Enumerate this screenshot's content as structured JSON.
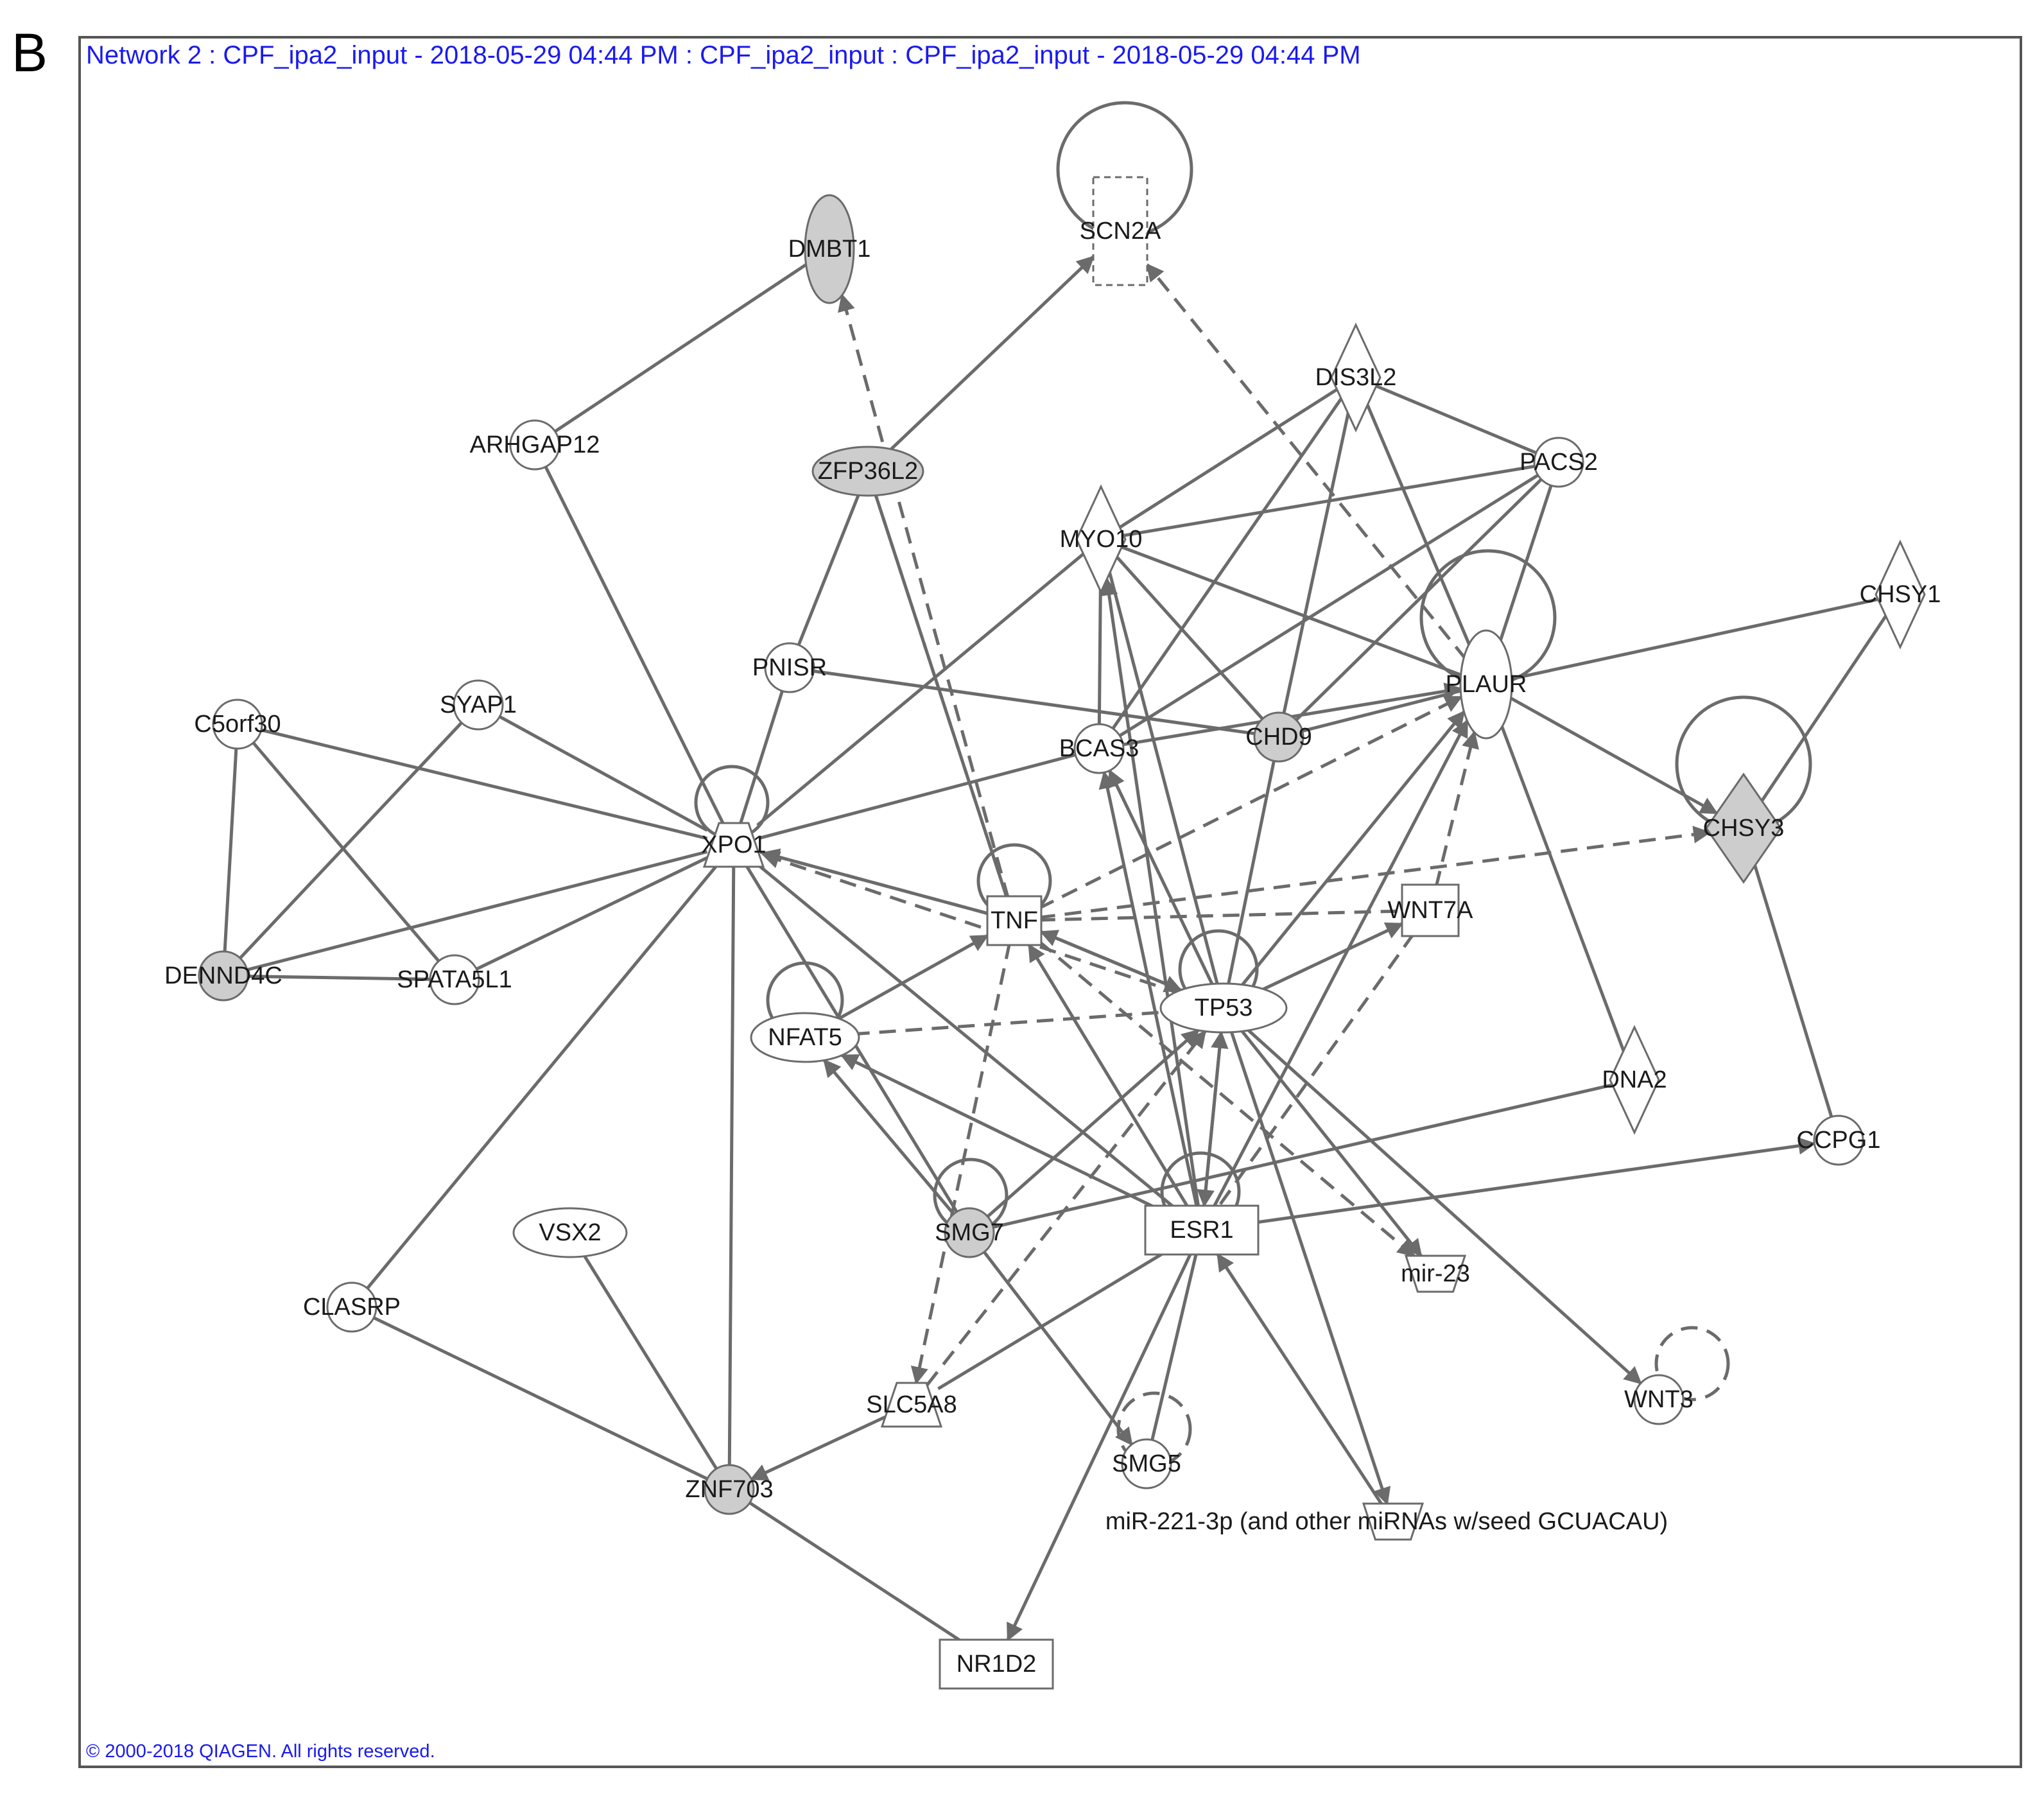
{
  "panel_letter": "B",
  "title": "Network 2 : CPF_ipa2_input - 2018-05-29 04:44 PM : CPF_ipa2_input : CPF_ipa2_input - 2018-05-29 04:44 PM",
  "copyright": "© 2000-2018 QIAGEN. All rights reserved.",
  "colors": {
    "frame": "#555555",
    "edge": "#6b6b6b",
    "node_fill": "#ffffff",
    "highlight_fill": "#cdcdcd",
    "title_text": "#1a1aee"
  },
  "nodes": [
    {
      "id": "DMBT1",
      "label": "DMBT1",
      "shape": "ellipse",
      "highlighted": true
    },
    {
      "id": "SCN2A",
      "label": "SCN2A",
      "shape": "dashed-square",
      "highlighted": false
    },
    {
      "id": "DIS3L2",
      "label": "DIS3L2",
      "shape": "diamond",
      "highlighted": false
    },
    {
      "id": "ARHGAP12",
      "label": "ARHGAP12",
      "shape": "circle",
      "highlighted": false
    },
    {
      "id": "ZFP36L2",
      "label": "ZFP36L2",
      "shape": "ellipse",
      "highlighted": true
    },
    {
      "id": "PACS2",
      "label": "PACS2",
      "shape": "circle",
      "highlighted": false
    },
    {
      "id": "MYO10",
      "label": "MYO10",
      "shape": "diamond",
      "highlighted": false
    },
    {
      "id": "CHSY1",
      "label": "CHSY1",
      "shape": "diamond",
      "highlighted": false
    },
    {
      "id": "PNISR",
      "label": "PNISR",
      "shape": "circle",
      "highlighted": false
    },
    {
      "id": "PLAUR",
      "label": "PLAUR",
      "shape": "ellipse",
      "highlighted": false
    },
    {
      "id": "C5orf30",
      "label": "C5orf30",
      "shape": "circle",
      "highlighted": false
    },
    {
      "id": "SYAP1",
      "label": "SYAP1",
      "shape": "circle",
      "highlighted": false
    },
    {
      "id": "CHD9",
      "label": "CHD9",
      "shape": "circle",
      "highlighted": true
    },
    {
      "id": "BCAS3",
      "label": "BCAS3",
      "shape": "circle",
      "highlighted": false
    },
    {
      "id": "XPO1",
      "label": "XPO1",
      "shape": "trapezoid",
      "highlighted": false
    },
    {
      "id": "CHSY3",
      "label": "CHSY3",
      "shape": "diamond",
      "highlighted": true
    },
    {
      "id": "TNF",
      "label": "TNF",
      "shape": "square",
      "highlighted": false
    },
    {
      "id": "WNT7A",
      "label": "WNT7A",
      "shape": "square",
      "highlighted": false
    },
    {
      "id": "DENND4C",
      "label": "DENND4C",
      "shape": "circle",
      "highlighted": true
    },
    {
      "id": "SPATA5L1",
      "label": "SPATA5L1",
      "shape": "circle",
      "highlighted": false
    },
    {
      "id": "TP53",
      "label": "TP53",
      "shape": "ellipse",
      "highlighted": false
    },
    {
      "id": "NFAT5",
      "label": "NFAT5",
      "shape": "ellipse",
      "highlighted": false
    },
    {
      "id": "DNA2",
      "label": "DNA2",
      "shape": "diamond",
      "highlighted": false
    },
    {
      "id": "CCPG1",
      "label": "CCPG1",
      "shape": "circle",
      "highlighted": false
    },
    {
      "id": "VSX2",
      "label": "VSX2",
      "shape": "ellipse",
      "highlighted": false
    },
    {
      "id": "SMG7",
      "label": "SMG7",
      "shape": "circle",
      "highlighted": true
    },
    {
      "id": "ESR1",
      "label": "ESR1",
      "shape": "rect",
      "highlighted": false
    },
    {
      "id": "mir-23",
      "label": "mir-23",
      "shape": "inv-trapezoid",
      "highlighted": false
    },
    {
      "id": "CLASRP",
      "label": "CLASRP",
      "shape": "circle",
      "highlighted": false
    },
    {
      "id": "WNT3",
      "label": "WNT3",
      "shape": "circle",
      "highlighted": false
    },
    {
      "id": "SLC5A8",
      "label": "SLC5A8",
      "shape": "trapezoid",
      "highlighted": false
    },
    {
      "id": "SMG5",
      "label": "SMG5",
      "shape": "circle",
      "highlighted": false
    },
    {
      "id": "ZNF703",
      "label": "ZNF703",
      "shape": "circle",
      "highlighted": true
    },
    {
      "id": "miR-221-3p",
      "label": "miR-221-3p (and other miRNAs w/seed GCUACAU)",
      "shape": "inv-trapezoid",
      "highlighted": false
    },
    {
      "id": "NR1D2",
      "label": "NR1D2",
      "shape": "rect",
      "highlighted": false
    }
  ],
  "edges": [
    {
      "from": "ARHGAP12",
      "to": "DMBT1",
      "style": "solid",
      "arrow": false
    },
    {
      "from": "ARHGAP12",
      "to": "XPO1",
      "style": "solid",
      "arrow": false
    },
    {
      "from": "ZFP36L2",
      "to": "SCN2A",
      "style": "solid",
      "arrow": true
    },
    {
      "from": "ZFP36L2",
      "to": "PNISR",
      "style": "solid",
      "arrow": false
    },
    {
      "from": "ZFP36L2",
      "to": "TNF",
      "style": "dashed",
      "arrow": false
    },
    {
      "from": "TNF",
      "to": "DMBT1",
      "style": "dashed",
      "arrow": true
    },
    {
      "from": "TNF",
      "to": "ZFP36L2",
      "style": "dashed",
      "arrow": false
    },
    {
      "from": "PLAUR",
      "to": "SCN2A",
      "style": "dashed",
      "arrow": true
    },
    {
      "from": "DIS3L2",
      "to": "MYO10",
      "style": "solid",
      "arrow": false
    },
    {
      "from": "DIS3L2",
      "to": "PACS2",
      "style": "solid",
      "arrow": false
    },
    {
      "from": "DIS3L2",
      "to": "BCAS3",
      "style": "solid",
      "arrow": false
    },
    {
      "from": "DIS3L2",
      "to": "CHD9",
      "style": "solid",
      "arrow": false
    },
    {
      "from": "DIS3L2",
      "to": "PLAUR",
      "style": "solid",
      "arrow": false
    },
    {
      "from": "PACS2",
      "to": "MYO10",
      "style": "solid",
      "arrow": false
    },
    {
      "from": "PACS2",
      "to": "BCAS3",
      "style": "solid",
      "arrow": false
    },
    {
      "from": "PACS2",
      "to": "CHD9",
      "style": "solid",
      "arrow": false
    },
    {
      "from": "PACS2",
      "to": "PLAUR",
      "style": "solid",
      "arrow": false
    },
    {
      "from": "MYO10",
      "to": "CHD9",
      "style": "solid",
      "arrow": false
    },
    {
      "from": "MYO10",
      "to": "PLAUR",
      "style": "solid",
      "arrow": false
    },
    {
      "from": "MYO10",
      "to": "BCAS3",
      "style": "solid",
      "arrow": false
    },
    {
      "from": "MYO10",
      "to": "TP53",
      "style": "solid",
      "arrow": false
    },
    {
      "from": "MYO10",
      "to": "XPO1",
      "style": "solid",
      "arrow": false
    },
    {
      "from": "ESR1",
      "to": "MYO10",
      "style": "solid",
      "arrow": true
    },
    {
      "from": "PNISR",
      "to": "CHD9",
      "style": "solid",
      "arrow": false
    },
    {
      "from": "PNISR",
      "to": "XPO1",
      "style": "solid",
      "arrow": false
    },
    {
      "from": "CHSY1",
      "to": "PLAUR",
      "style": "solid",
      "arrow": false
    },
    {
      "from": "CHSY1",
      "to": "CHSY3",
      "style": "solid",
      "arrow": false
    },
    {
      "from": "PLAUR",
      "to": "CHSY3",
      "style": "solid",
      "arrow": true
    },
    {
      "from": "PLAUR",
      "to": "DNA2",
      "style": "solid",
      "arrow": false
    },
    {
      "from": "BCAS3",
      "to": "PLAUR",
      "style": "solid",
      "arrow": true
    },
    {
      "from": "CHD9",
      "to": "PLAUR",
      "style": "solid",
      "arrow": false
    },
    {
      "from": "XPO1",
      "to": "BCAS3",
      "style": "solid",
      "arrow": false
    },
    {
      "from": "TNF",
      "to": "PLAUR",
      "style": "dashed",
      "arrow": true
    },
    {
      "from": "TP53",
      "to": "PLAUR",
      "style": "solid",
      "arrow": true
    },
    {
      "from": "ESR1",
      "to": "PLAUR",
      "style": "solid",
      "arrow": true
    },
    {
      "from": "WNT7A",
      "to": "PLAUR",
      "style": "dashed",
      "arrow": true
    },
    {
      "from": "C5orf30",
      "to": "XPO1",
      "style": "solid",
      "arrow": false
    },
    {
      "from": "C5orf30",
      "to": "DENND4C",
      "style": "solid",
      "arrow": false
    },
    {
      "from": "C5orf30",
      "to": "SPATA5L1",
      "style": "solid",
      "arrow": false
    },
    {
      "from": "SYAP1",
      "to": "XPO1",
      "style": "solid",
      "arrow": false
    },
    {
      "from": "SYAP1",
      "to": "DENND4C",
      "style": "solid",
      "arrow": false
    },
    {
      "from": "DENND4C",
      "to": "SPATA5L1",
      "style": "solid",
      "arrow": false
    },
    {
      "from": "DENND4C",
      "to": "XPO1",
      "style": "solid",
      "arrow": false
    },
    {
      "from": "SPATA5L1",
      "to": "XPO1",
      "style": "solid",
      "arrow": false
    },
    {
      "from": "XPO1",
      "to": "CLASRP",
      "style": "solid",
      "arrow": false
    },
    {
      "from": "XPO1",
      "to": "ZNF703",
      "style": "solid",
      "arrow": false
    },
    {
      "from": "XPO1",
      "to": "ESR1",
      "style": "solid",
      "arrow": false
    },
    {
      "from": "XPO1",
      "to": "SMG7",
      "style": "solid",
      "arrow": false
    },
    {
      "from": "XPO1",
      "to": "TNF",
      "style": "solid",
      "arrow": false
    },
    {
      "from": "TNF",
      "to": "XPO1",
      "style": "dashed",
      "arrow": true
    },
    {
      "from": "TP53",
      "to": "XPO1",
      "style": "dashed",
      "arrow": true
    },
    {
      "from": "TNF",
      "to": "CHSY3",
      "style": "dashed",
      "arrow": true
    },
    {
      "from": "TNF",
      "to": "WNT7A",
      "style": "dashed",
      "arrow": false
    },
    {
      "from": "TP53",
      "to": "WNT7A",
      "style": "solid",
      "arrow": true
    },
    {
      "from": "WNT7A",
      "to": "ESR1",
      "style": "dashed",
      "arrow": false
    },
    {
      "from": "TNF",
      "to": "TP53",
      "style": "solid",
      "arrow": true
    },
    {
      "from": "TP53",
      "to": "TNF",
      "style": "solid",
      "arrow": true
    },
    {
      "from": "NFAT5",
      "to": "TNF",
      "style": "solid",
      "arrow": true
    },
    {
      "from": "NFAT5",
      "to": "TP53",
      "style": "dashed",
      "arrow": false
    },
    {
      "from": "ESR1",
      "to": "NFAT5",
      "style": "solid",
      "arrow": true
    },
    {
      "from": "TNF",
      "to": "SLC5A8",
      "style": "dashed",
      "arrow": true
    },
    {
      "from": "TNF",
      "to": "mir-23",
      "style": "dashed",
      "arrow": true
    },
    {
      "from": "ESR1",
      "to": "TNF",
      "style": "solid",
      "arrow": true
    },
    {
      "from": "TP53",
      "to": "BCAS3",
      "style": "solid",
      "arrow": true
    },
    {
      "from": "ESR1",
      "to": "BCAS3",
      "style": "solid",
      "arrow": true
    },
    {
      "from": "TP53",
      "to": "CHD9",
      "style": "solid",
      "arrow": false
    },
    {
      "from": "TP53",
      "to": "ESR1",
      "style": "solid",
      "arrow": true
    },
    {
      "from": "ESR1",
      "to": "TP53",
      "style": "solid",
      "arrow": true
    },
    {
      "from": "TP53",
      "to": "mir-23",
      "style": "solid",
      "arrow": true
    },
    {
      "from": "TP53",
      "to": "WNT3",
      "style": "solid",
      "arrow": true
    },
    {
      "from": "TP53",
      "to": "miR-221-3p",
      "style": "solid",
      "arrow": true
    },
    {
      "from": "SMG7",
      "to": "TP53",
      "style": "solid",
      "arrow": true
    },
    {
      "from": "SMG7",
      "to": "NFAT5",
      "style": "solid",
      "arrow": true
    },
    {
      "from": "SMG7",
      "to": "DNA2",
      "style": "solid",
      "arrow": false
    },
    {
      "from": "SMG7",
      "to": "SMG5",
      "style": "solid",
      "arrow": true
    },
    {
      "from": "SLC5A8",
      "to": "TP53",
      "style": "dashed",
      "arrow": true
    },
    {
      "from": "SLC5A8",
      "to": "ZNF703",
      "style": "solid",
      "arrow": true
    },
    {
      "from": "ESR1",
      "to": "CCPG1",
      "style": "solid",
      "arrow": true
    },
    {
      "from": "ESR1",
      "to": "SLC5A8",
      "style": "solid",
      "arrow": false
    },
    {
      "from": "ESR1",
      "to": "SMG5",
      "style": "solid",
      "arrow": false
    },
    {
      "from": "ESR1",
      "to": "NR1D2",
      "style": "solid",
      "arrow": true
    },
    {
      "from": "miR-221-3p",
      "to": "ESR1",
      "style": "solid",
      "arrow": true
    },
    {
      "from": "CHSY3",
      "to": "CCPG1",
      "style": "solid",
      "arrow": false
    },
    {
      "from": "VSX2",
      "to": "ZNF703",
      "style": "solid",
      "arrow": false
    },
    {
      "from": "CLASRP",
      "to": "ZNF703",
      "style": "solid",
      "arrow": false
    },
    {
      "from": "ZNF703",
      "to": "NR1D2",
      "style": "solid",
      "arrow": false
    }
  ],
  "self_loops": [
    {
      "node": "SCN2A",
      "style": "solid"
    },
    {
      "node": "PLAUR",
      "style": "solid"
    },
    {
      "node": "CHSY3",
      "style": "solid"
    },
    {
      "node": "XPO1",
      "style": "solid"
    },
    {
      "node": "TNF",
      "style": "solid"
    },
    {
      "node": "NFAT5",
      "style": "solid"
    },
    {
      "node": "TP53",
      "style": "solid"
    },
    {
      "node": "SMG7",
      "style": "solid"
    },
    {
      "node": "ESR1",
      "style": "solid"
    },
    {
      "node": "SMG5",
      "style": "dashed"
    },
    {
      "node": "WNT3",
      "style": "dashed"
    }
  ]
}
